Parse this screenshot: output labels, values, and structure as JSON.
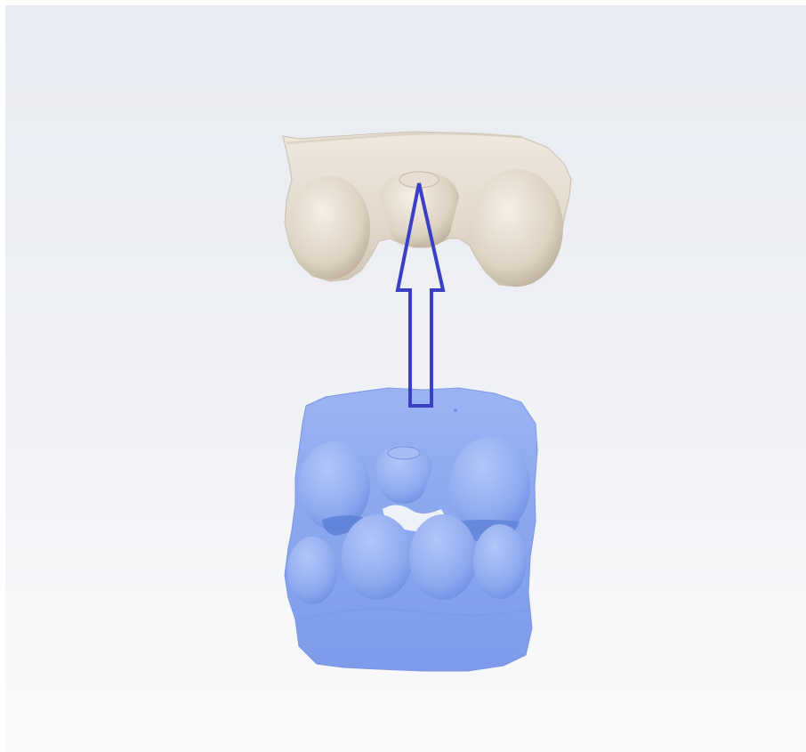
{
  "viewer": {
    "background_top": "#e8ebf1",
    "background_bottom": "#fafafb",
    "upper_model_color": "#e8e0d4",
    "lower_model_color": "#8aa6ee",
    "arrow_color": "#3a3fc4",
    "upper_model_icon": "upper-jaw-scan",
    "lower_model_icon": "lower-jaw-scan",
    "arrow_icon": "up-arrow"
  }
}
